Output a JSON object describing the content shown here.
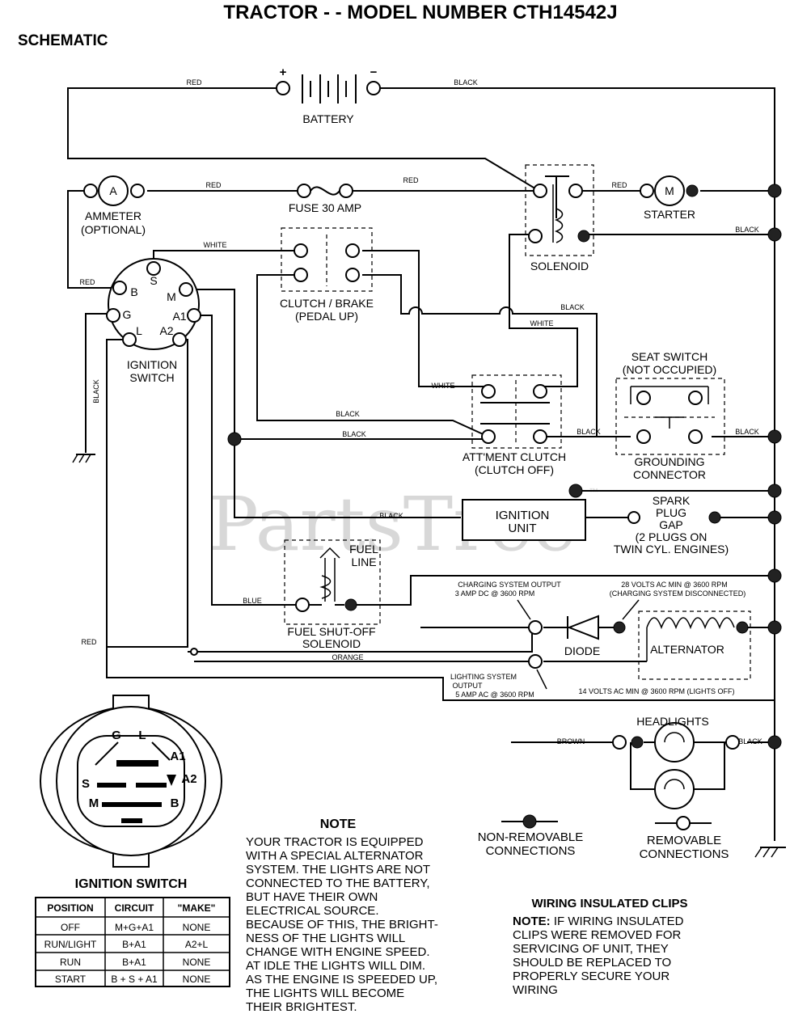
{
  "header": {
    "title": "TRACTOR - - MODEL NUMBER CTH14542J",
    "subtitle": "SCHEMATIC"
  },
  "watermark": "PartsTree",
  "watermark_tm": "™",
  "battery": {
    "label": "BATTERY",
    "plus": "+",
    "minus": "−",
    "wire_left": "RED",
    "wire_right": "BLACK"
  },
  "ammeter": {
    "symbol": "A",
    "label_line1": "AMMETER",
    "label_line2": "(OPTIONAL)"
  },
  "fuse": {
    "label": "FUSE 30 AMP"
  },
  "starter": {
    "symbol": "M",
    "label": "STARTER"
  },
  "solenoid": {
    "label": "SOLENOID"
  },
  "ignition_switch": {
    "label_line1": "IGNITION",
    "label_line2": "SWITCH",
    "terminals": [
      "B",
      "S",
      "M",
      "G",
      "A1",
      "L",
      "A2"
    ]
  },
  "clutch_brake": {
    "label_line1": "CLUTCH / BRAKE",
    "label_line2": "(PEDAL UP)"
  },
  "seat_switch": {
    "label_line1": "SEAT SWITCH",
    "label_line2": "(NOT OCCUPIED)"
  },
  "grounding_connector": {
    "label_line1": "GROUNDING",
    "label_line2": "CONNECTOR"
  },
  "attachment_clutch": {
    "label_line1": "ATT'MENT CLUTCH",
    "label_line2": "(CLUTCH OFF)"
  },
  "ignition_unit": {
    "label_line1": "IGNITION",
    "label_line2": "UNIT"
  },
  "spark_plug": {
    "line1": "SPARK",
    "line2": "PLUG",
    "line3": "GAP",
    "line4": "(2 PLUGS ON",
    "line5": "TWIN CYL. ENGINES)"
  },
  "fuel_solenoid": {
    "fuel_line1": "FUEL",
    "fuel_line2": "LINE",
    "label_line1": "FUEL SHUT-OFF",
    "label_line2": "SOLENOID"
  },
  "charging": {
    "output_line1": "CHARGING SYSTEM OUTPUT",
    "output_line2": "3 AMP DC @ 3600 RPM",
    "volts_line1": "28 VOLTS AC MIN  @ 3600 RPM",
    "volts_line2": "(CHARGING SYSTEM DISCONNECTED)"
  },
  "diode": {
    "label": "DIODE"
  },
  "alternator": {
    "label": "ALTERNATOR"
  },
  "lighting": {
    "line1": "LIGHTING SYSTEM",
    "line2": "OUTPUT",
    "line3": "5 AMP AC @ 3600 RPM",
    "volts": "14 VOLTS AC MIN  @ 3600 RPM (LIGHTS OFF)"
  },
  "headlights": {
    "label": "HEADLIGHTS"
  },
  "wires": {
    "red": "RED",
    "black": "BLACK",
    "white": "WHITE",
    "blue": "BLUE",
    "orange": "ORANGE",
    "brown": "BROWN"
  },
  "legend": {
    "nonremovable_line1": "NON-REMOVABLE",
    "nonremovable_line2": "CONNECTIONS",
    "removable_line1": "REMOVABLE",
    "removable_line2": "CONNECTIONS"
  },
  "switch_face": {
    "title": "IGNITION SWITCH",
    "letters": [
      "G",
      "L",
      "A1",
      "A2",
      "S",
      "M",
      "B"
    ]
  },
  "switch_table": {
    "headers": [
      "POSITION",
      "CIRCUIT",
      "\"MAKE\""
    ],
    "rows": [
      [
        "OFF",
        "M+G+A1",
        "NONE"
      ],
      [
        "RUN/LIGHT",
        "B+A1",
        "A2+L"
      ],
      [
        "RUN",
        "B+A1",
        "NONE"
      ],
      [
        "START",
        "B + S + A1",
        "NONE"
      ]
    ]
  },
  "note": {
    "heading": "NOTE",
    "lines": [
      "YOUR TRACTOR IS EQUIPPED",
      "WITH A SPECIAL ALTERNATOR",
      "SYSTEM.  THE LIGHTS ARE NOT",
      "CONNECTED TO  THE BATTERY,",
      "BUT HAVE THEIR OWN",
      "ELECTRICAL SOURCE.",
      "BECAUSE OF THIS, THE BRIGHT-",
      "NESS OF THE LIGHTS WILL",
      "CHANGE WITH ENGINE SPEED.",
      "AT IDLE THE LIGHTS WILL DIM.",
      "AS THE ENGINE IS SPEEDED UP,",
      "THE LIGHTS WILL BECOME",
      "THEIR BRIGHTEST."
    ]
  },
  "clips": {
    "heading": "WIRING INSULATED CLIPS",
    "note_label": "NOTE:",
    "line1": " IF WIRING INSULATED",
    "lines": [
      "CLIPS WERE REMOVED FOR",
      "SERVICING OF UNIT, THEY",
      "SHOULD BE REPLACED TO",
      "PROPERLY SECURE YOUR",
      "WIRING"
    ]
  }
}
